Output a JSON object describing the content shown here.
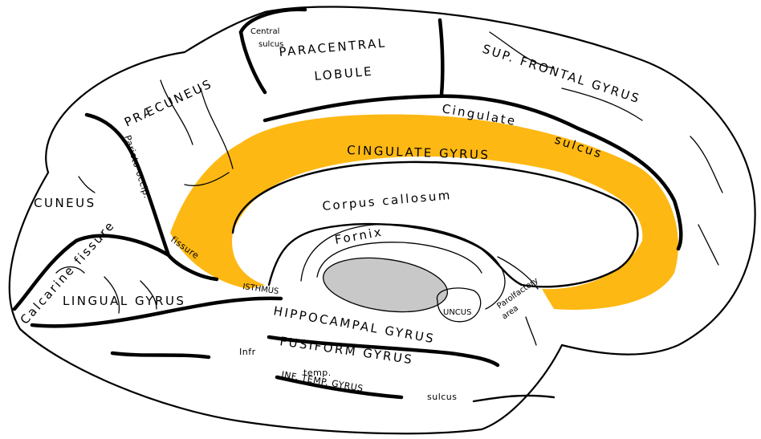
{
  "colors": {
    "cingulate": "#FDB813",
    "thalamus": "#C8C8C8",
    "outline": "#000000",
    "background": "#FFFFFF"
  },
  "labels": {
    "central_sulcus_1": "Central",
    "central_sulcus_2": "sulcus",
    "paracentral_1": "PARACENTRAL",
    "paracentral_2": "LOBULE",
    "sup_frontal": "SUP. FRONTAL GYRUS",
    "praecuneus": "PRÆCUNEUS",
    "parieto_occip": "Parieto-occip.",
    "cingulate_sulcus_1": "Cingulate",
    "cingulate_sulcus_2": "sulcus",
    "cingulate_gyrus": "CINGULATE GYRUS",
    "cuneus": "CUNEUS",
    "corpus_callosum": "Corpus callosum",
    "fornix": "Fornix",
    "fissure": "fissure",
    "calcarine_fissure": "Calcarine fissure",
    "lingual_gyrus": "LINGUAL GYRUS",
    "isthmus": "ISTHMUS",
    "hippocampal_gyrus": "HIPPOCAMPAL GYRUS",
    "uncus": "UNCUS",
    "parolfactory_1": "Parolfactory",
    "parolfactory_2": "area",
    "infr": "Infr",
    "temp": "temp.",
    "fusiform_gyrus": "FUSIFORM GYRUS",
    "inf_temp_gyrus": "INF. TEMP. GYRUS",
    "sulcus": "sulcus"
  }
}
